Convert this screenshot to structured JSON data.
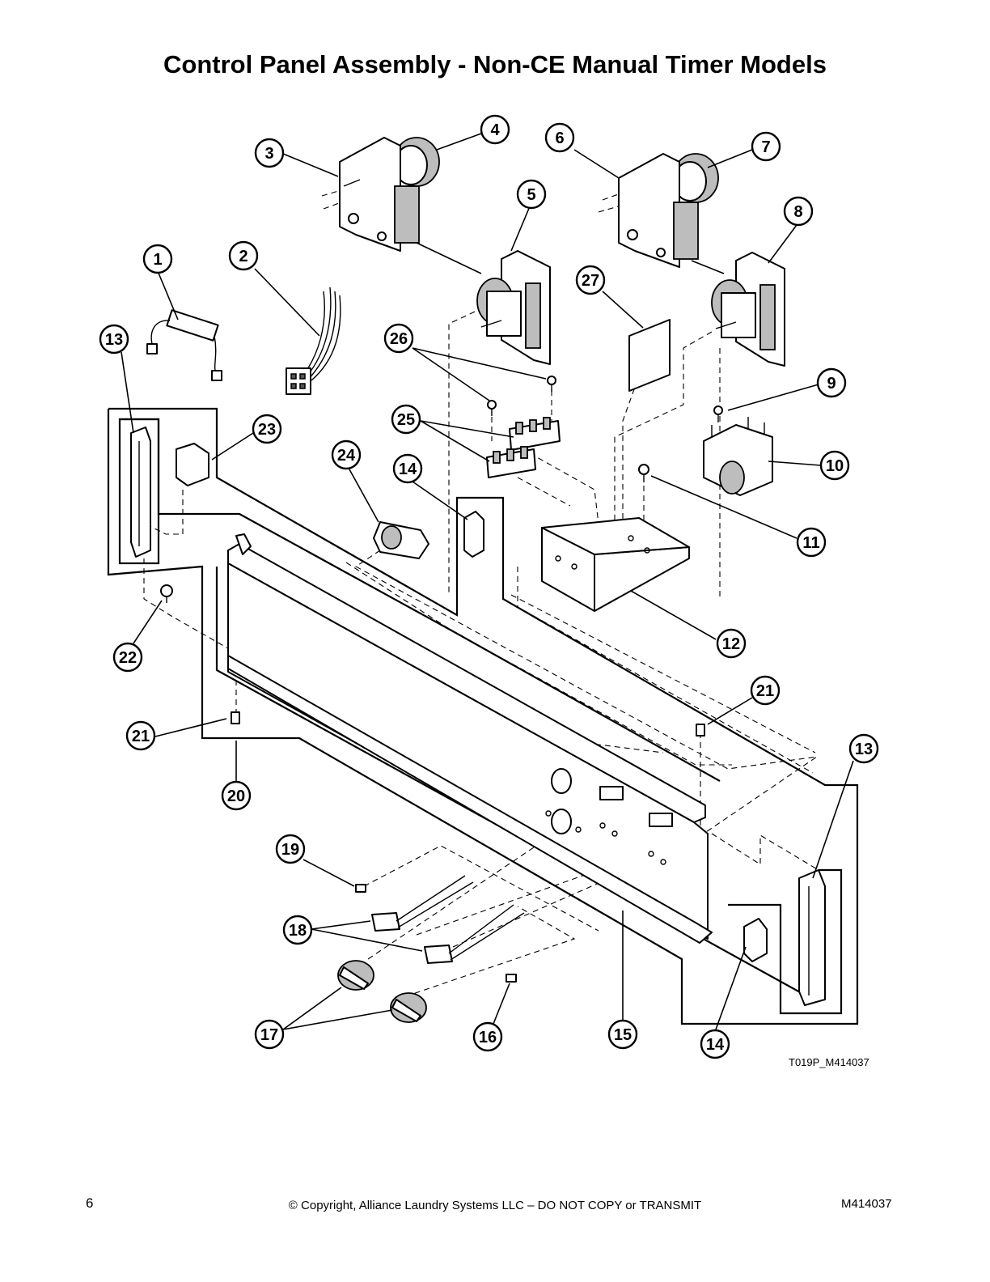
{
  "title": "Control Panel Assembly - Non-CE Manual Timer Models",
  "drawing_code": "T019P_M414037",
  "footer": {
    "page_number": "6",
    "copyright": "© Copyright, Alliance Laundry Systems LLC – DO NOT COPY or TRANSMIT",
    "document_number": "M414037"
  },
  "callouts": [
    {
      "id": "c1",
      "label": "1"
    },
    {
      "id": "c2",
      "label": "2"
    },
    {
      "id": "c3",
      "label": "3"
    },
    {
      "id": "c4",
      "label": "4"
    },
    {
      "id": "c5",
      "label": "5"
    },
    {
      "id": "c6",
      "label": "6"
    },
    {
      "id": "c7",
      "label": "7"
    },
    {
      "id": "c8",
      "label": "8"
    },
    {
      "id": "c9",
      "label": "9"
    },
    {
      "id": "c10",
      "label": "10"
    },
    {
      "id": "c11",
      "label": "11"
    },
    {
      "id": "c12",
      "label": "12"
    },
    {
      "id": "c13a",
      "label": "13"
    },
    {
      "id": "c13b",
      "label": "13"
    },
    {
      "id": "c14a",
      "label": "14"
    },
    {
      "id": "c14b",
      "label": "14"
    },
    {
      "id": "c15",
      "label": "15"
    },
    {
      "id": "c16",
      "label": "16"
    },
    {
      "id": "c17",
      "label": "17"
    },
    {
      "id": "c18",
      "label": "18"
    },
    {
      "id": "c19",
      "label": "19"
    },
    {
      "id": "c20",
      "label": "20"
    },
    {
      "id": "c21a",
      "label": "21"
    },
    {
      "id": "c21b",
      "label": "21"
    },
    {
      "id": "c22",
      "label": "22"
    },
    {
      "id": "c23",
      "label": "23"
    },
    {
      "id": "c24",
      "label": "24"
    },
    {
      "id": "c25",
      "label": "25"
    },
    {
      "id": "c26",
      "label": "26"
    },
    {
      "id": "c27",
      "label": "27"
    }
  ]
}
